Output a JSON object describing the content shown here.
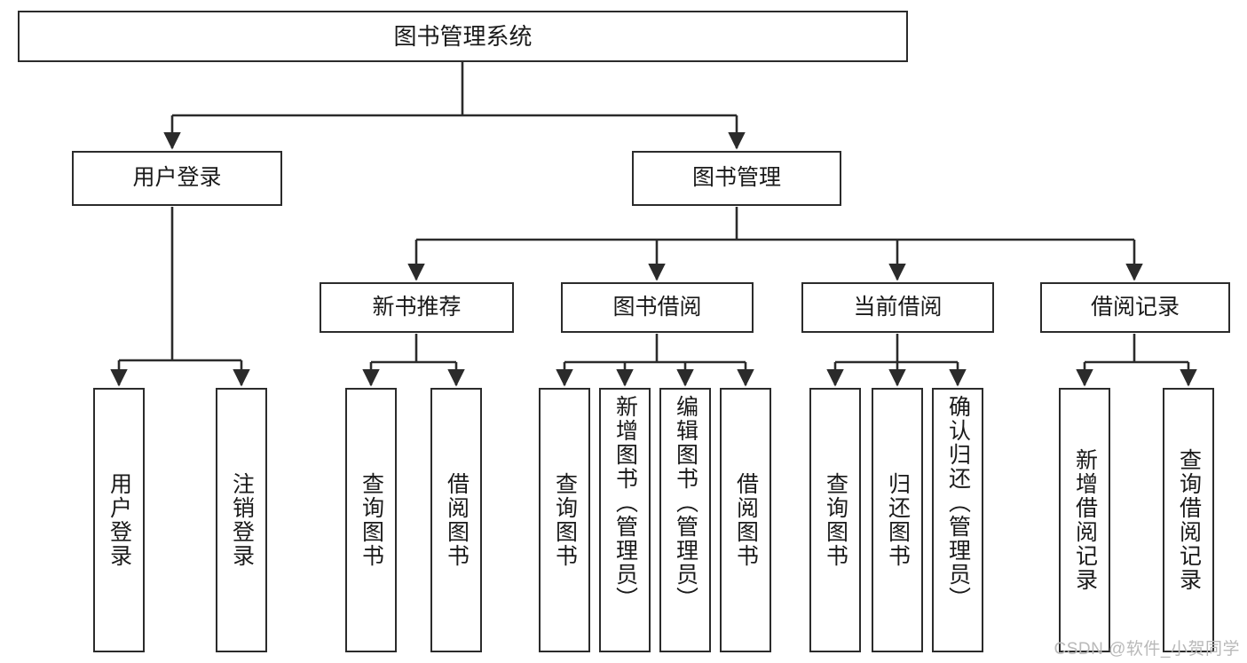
{
  "diagram": {
    "title": "图书管理系统",
    "type": "hierarchy-tree",
    "watermark": "CSDN @软件_小贺同学",
    "colors": {
      "stroke": "#2b2b2b",
      "fill": "#ffffff",
      "text": "#1a1a1a",
      "watermark": "#b9b9b9"
    },
    "levels": {
      "root": [
        "图书管理系统"
      ],
      "level2": [
        "用户登录",
        "图书管理"
      ],
      "level3": [
        "新书推荐",
        "图书借阅",
        "当前借阅",
        "借阅记录"
      ],
      "leaves": [
        "用户登录",
        "注销登录",
        "查询图书",
        "借阅图书",
        "查询图书",
        "新增图书（管理员）",
        "编辑图书（管理员）",
        "借阅图书",
        "查询图书",
        "归还图书",
        "确认归还（管理员）",
        "新增借阅记录",
        "查询借阅记录"
      ]
    },
    "nodes": {
      "root": {
        "label": "图书管理系统"
      },
      "user_login": {
        "label": "用户登录"
      },
      "book_manage": {
        "label": "图书管理"
      },
      "new_book_rec": {
        "label": "新书推荐"
      },
      "book_borrow": {
        "label": "图书借阅"
      },
      "current_borrow": {
        "label": "当前借阅"
      },
      "borrow_record": {
        "label": "借阅记录"
      },
      "leaf_user_login": {
        "label": "用户登录"
      },
      "leaf_logout": {
        "label": "注销登录"
      },
      "leaf_query_book_1": {
        "label": "查询图书"
      },
      "leaf_borrow_book_1": {
        "label": "借阅图书"
      },
      "leaf_query_book_2": {
        "label": "查询图书"
      },
      "leaf_add_book": {
        "label": "新增图书（管理员）"
      },
      "leaf_edit_book": {
        "label": "编辑图书（管理员）"
      },
      "leaf_borrow_book_2": {
        "label": "借阅图书"
      },
      "leaf_query_book_3": {
        "label": "查询图书"
      },
      "leaf_return_book": {
        "label": "归还图书"
      },
      "leaf_confirm_return": {
        "label": "确认归还（管理员）"
      },
      "leaf_add_record": {
        "label": "新增借阅记录"
      },
      "leaf_query_record": {
        "label": "查询借阅记录"
      }
    },
    "edges": [
      {
        "from": "root",
        "to": "user_login"
      },
      {
        "from": "root",
        "to": "book_manage"
      },
      {
        "from": "user_login",
        "to": "leaf_user_login"
      },
      {
        "from": "user_login",
        "to": "leaf_logout"
      },
      {
        "from": "book_manage",
        "to": "new_book_rec"
      },
      {
        "from": "book_manage",
        "to": "book_borrow"
      },
      {
        "from": "book_manage",
        "to": "current_borrow"
      },
      {
        "from": "book_manage",
        "to": "borrow_record"
      },
      {
        "from": "new_book_rec",
        "to": "leaf_query_book_1"
      },
      {
        "from": "new_book_rec",
        "to": "leaf_borrow_book_1"
      },
      {
        "from": "book_borrow",
        "to": "leaf_query_book_2"
      },
      {
        "from": "book_borrow",
        "to": "leaf_add_book"
      },
      {
        "from": "book_borrow",
        "to": "leaf_edit_book"
      },
      {
        "from": "book_borrow",
        "to": "leaf_borrow_book_2"
      },
      {
        "from": "current_borrow",
        "to": "leaf_query_book_3"
      },
      {
        "from": "current_borrow",
        "to": "leaf_return_book"
      },
      {
        "from": "current_borrow",
        "to": "leaf_confirm_return"
      },
      {
        "from": "borrow_record",
        "to": "leaf_add_record"
      },
      {
        "from": "borrow_record",
        "to": "leaf_query_record"
      }
    ]
  }
}
